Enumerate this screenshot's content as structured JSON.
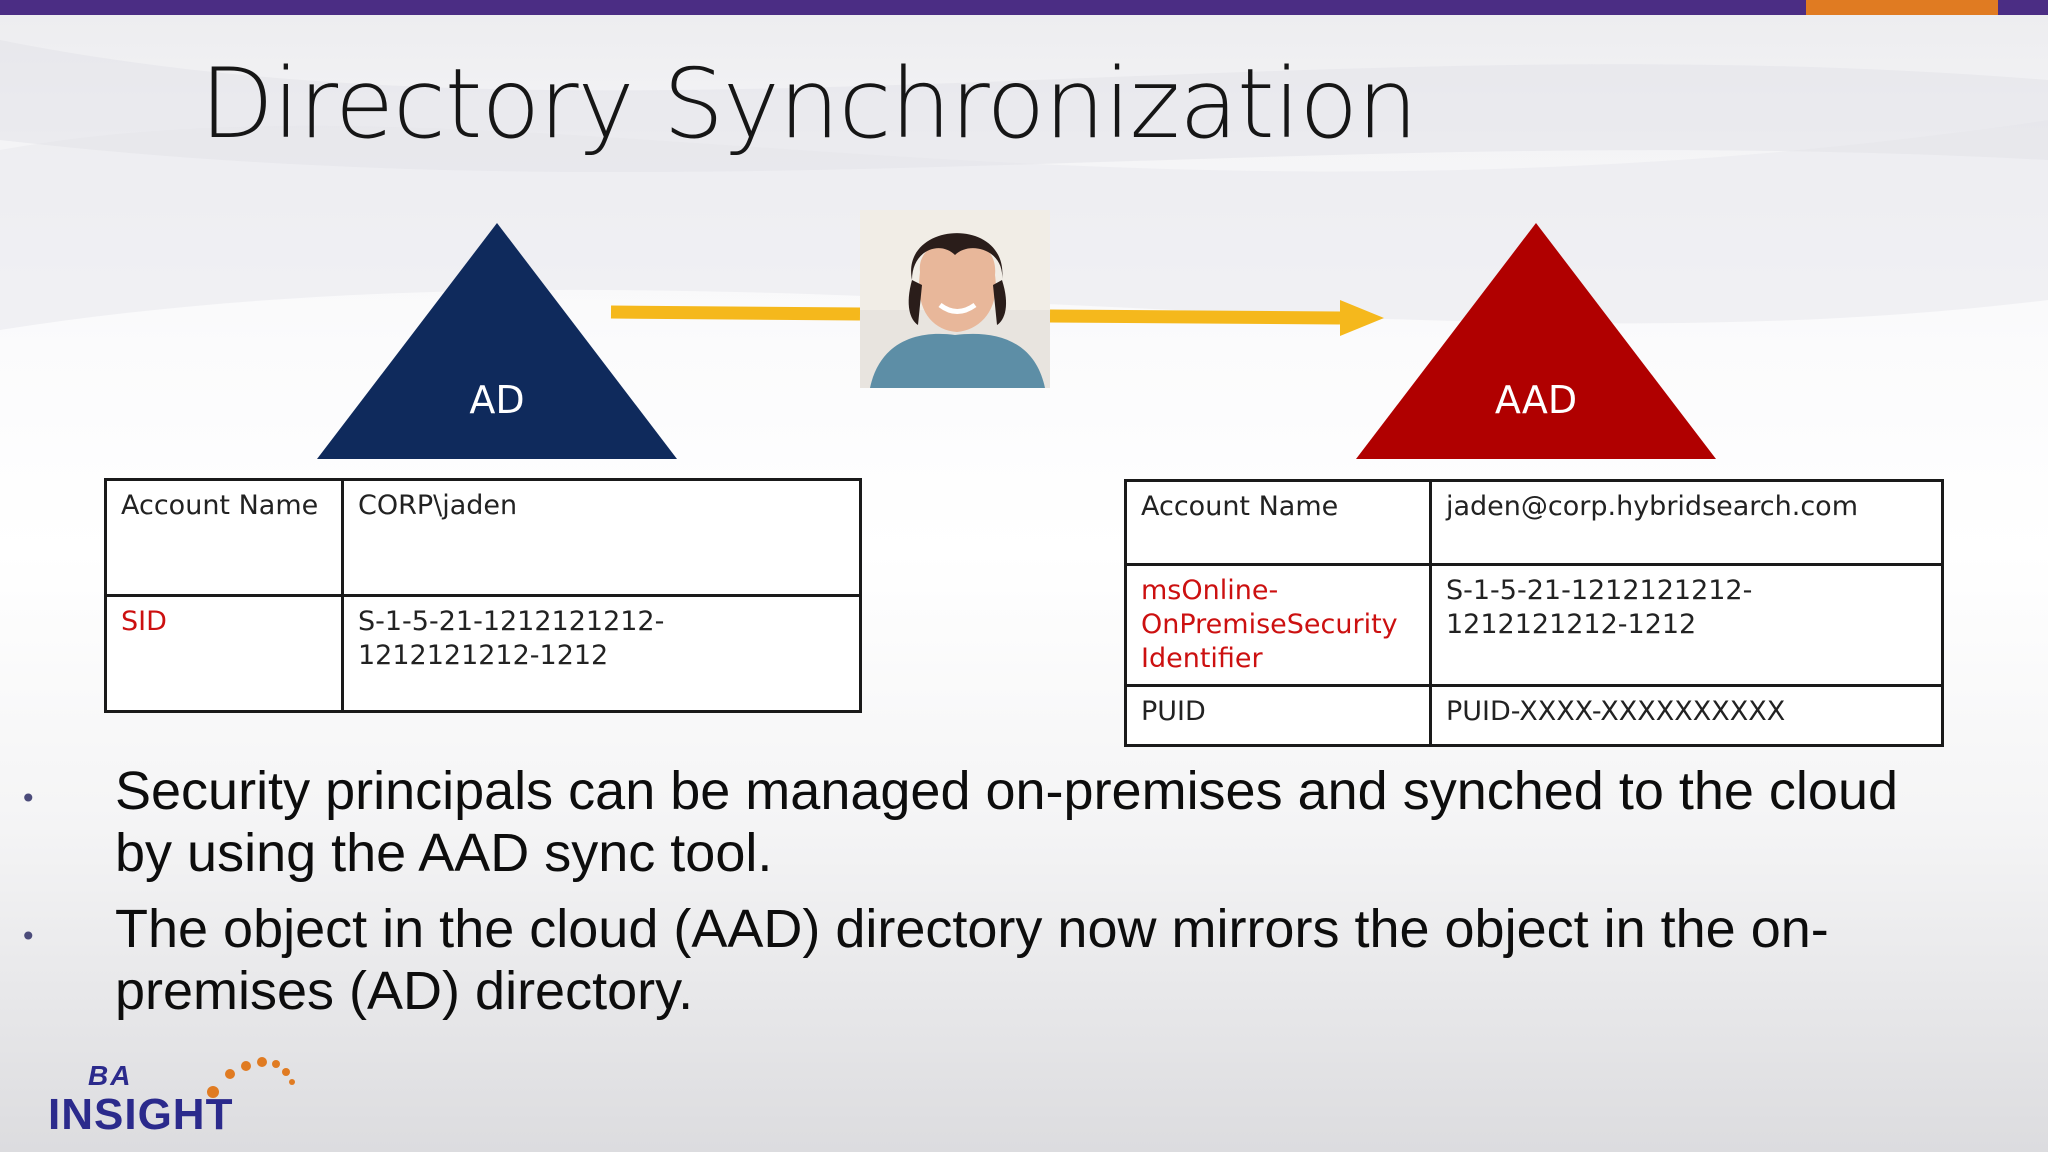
{
  "slide": {
    "title": "Directory Synchronization"
  },
  "diagram": {
    "left_triangle": {
      "label": "AD",
      "color": "#0f2a5c"
    },
    "right_triangle": {
      "label": "AAD",
      "color": "#b00000"
    },
    "arrow_color": "#f5b81c",
    "person_photo": "person-photo"
  },
  "ad_table": {
    "rows": [
      {
        "key": "Account Name",
        "value": "CORP\\jaden"
      },
      {
        "key": "SID",
        "value": "S-1-5-21-1212121212-1212121212-1212"
      }
    ]
  },
  "aad_table": {
    "rows": [
      {
        "key": "Account Name",
        "value": "jaden@corp.hybridsearch.com"
      },
      {
        "key": "msOnline-OnPremiseSecurity Identifier",
        "value": "S-1-5-21-1212121212-1212121212-1212"
      },
      {
        "key": "PUID",
        "value": "PUID-XXXX-XXXXXXXXXX"
      }
    ]
  },
  "bullets": [
    {
      "marker": "•",
      "text": "Security principals can be managed on-premises and synched to the cloud by using the AAD sync tool."
    },
    {
      "marker": "•",
      "text": "The object in the cloud (AAD) directory now mirrors the object in the on-premises (AD) directory."
    }
  ],
  "logo": {
    "line1": "BA",
    "line2": "INSIGHT"
  },
  "colors": {
    "top_bar": "#4b2d84",
    "top_bar_accent": "#e07b22",
    "highlight_red": "#cc1010"
  }
}
